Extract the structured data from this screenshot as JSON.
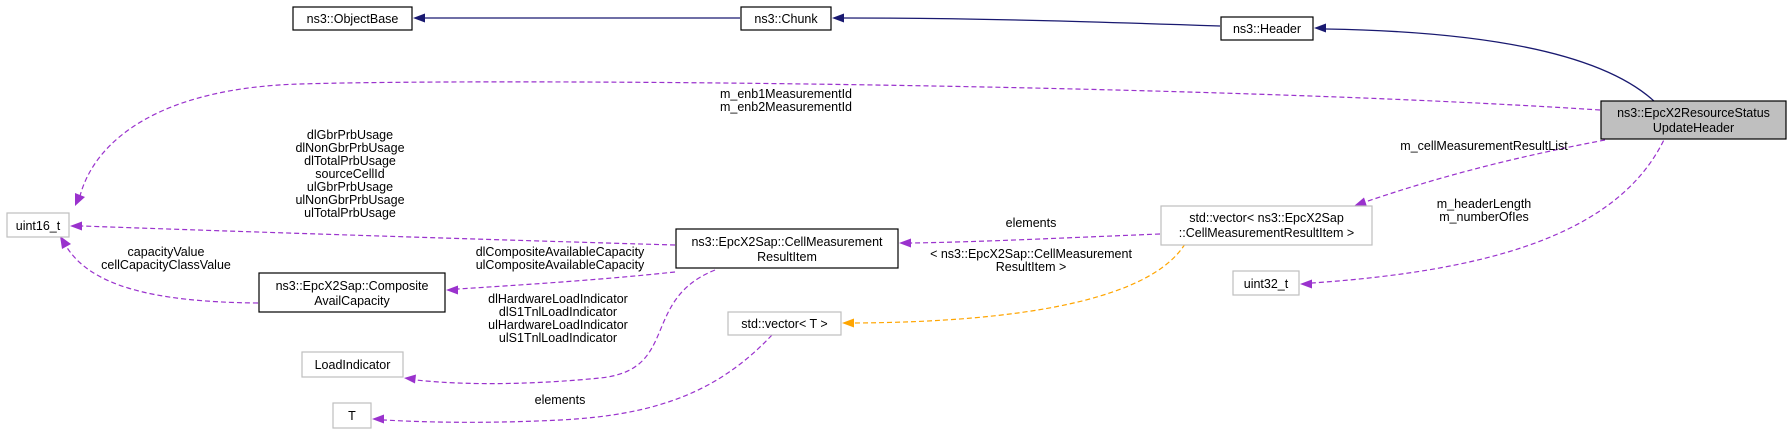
{
  "nodes": {
    "object_base": {
      "label": "ns3::ObjectBase"
    },
    "chunk": {
      "label": "ns3::Chunk"
    },
    "header": {
      "label": "ns3::Header"
    },
    "focus": {
      "line1": "ns3::EpcX2ResourceStatus",
      "line2": "UpdateHeader"
    },
    "uint16": {
      "label": "uint16_t"
    },
    "cell_meas": {
      "line1": "ns3::EpcX2Sap::CellMeasurement",
      "line2": "ResultItem"
    },
    "vector_cell": {
      "line1": "std::vector< ns3::EpcX2Sap",
      "line2": "::CellMeasurementResultItem >"
    },
    "uint32": {
      "label": "uint32_t"
    },
    "composite": {
      "line1": "ns3::EpcX2Sap::Composite",
      "line2": "AvailCapacity"
    },
    "vector_t": {
      "label": "std::vector< T >"
    },
    "load_indicator": {
      "label": "LoadIndicator"
    },
    "t": {
      "label": "T"
    }
  },
  "edge_labels": {
    "enb_ids": [
      "m_enb1MeasurementId",
      "m_enb2MeasurementId"
    ],
    "prb_usage": [
      "dlGbrPrbUsage",
      "dlNonGbrPrbUsage",
      "dlTotalPrbUsage",
      "sourceCellId",
      "ulGbrPrbUsage",
      "ulNonGbrPrbUsage",
      "ulTotalPrbUsage"
    ],
    "capacity": [
      "capacityValue",
      "cellCapacityClassValue"
    ],
    "composite_capacity": [
      "dlCompositeAvailableCapacity",
      "ulCompositeAvailableCapacity"
    ],
    "load_indicators": [
      "dlHardwareLoadIndicator",
      "dlS1TnlLoadIndicator",
      "ulHardwareLoadIndicator",
      "ulS1TnlLoadIndicator"
    ],
    "meas_list": "m_cellMeasurementResultList",
    "elements_top": "elements",
    "template_arg": [
      "< ns3::EpcX2Sap::CellMeasurement",
      "ResultItem >"
    ],
    "header_fields": [
      "m_headerLength",
      "m_numberOfIes"
    ],
    "elements_bottom": "elements"
  },
  "colors": {
    "inheritance": "#191970",
    "usage": "#9a32cd",
    "template": "#ffa500",
    "focus_fill": "#bfbfbf",
    "faint_border": "#bfbfbf"
  }
}
